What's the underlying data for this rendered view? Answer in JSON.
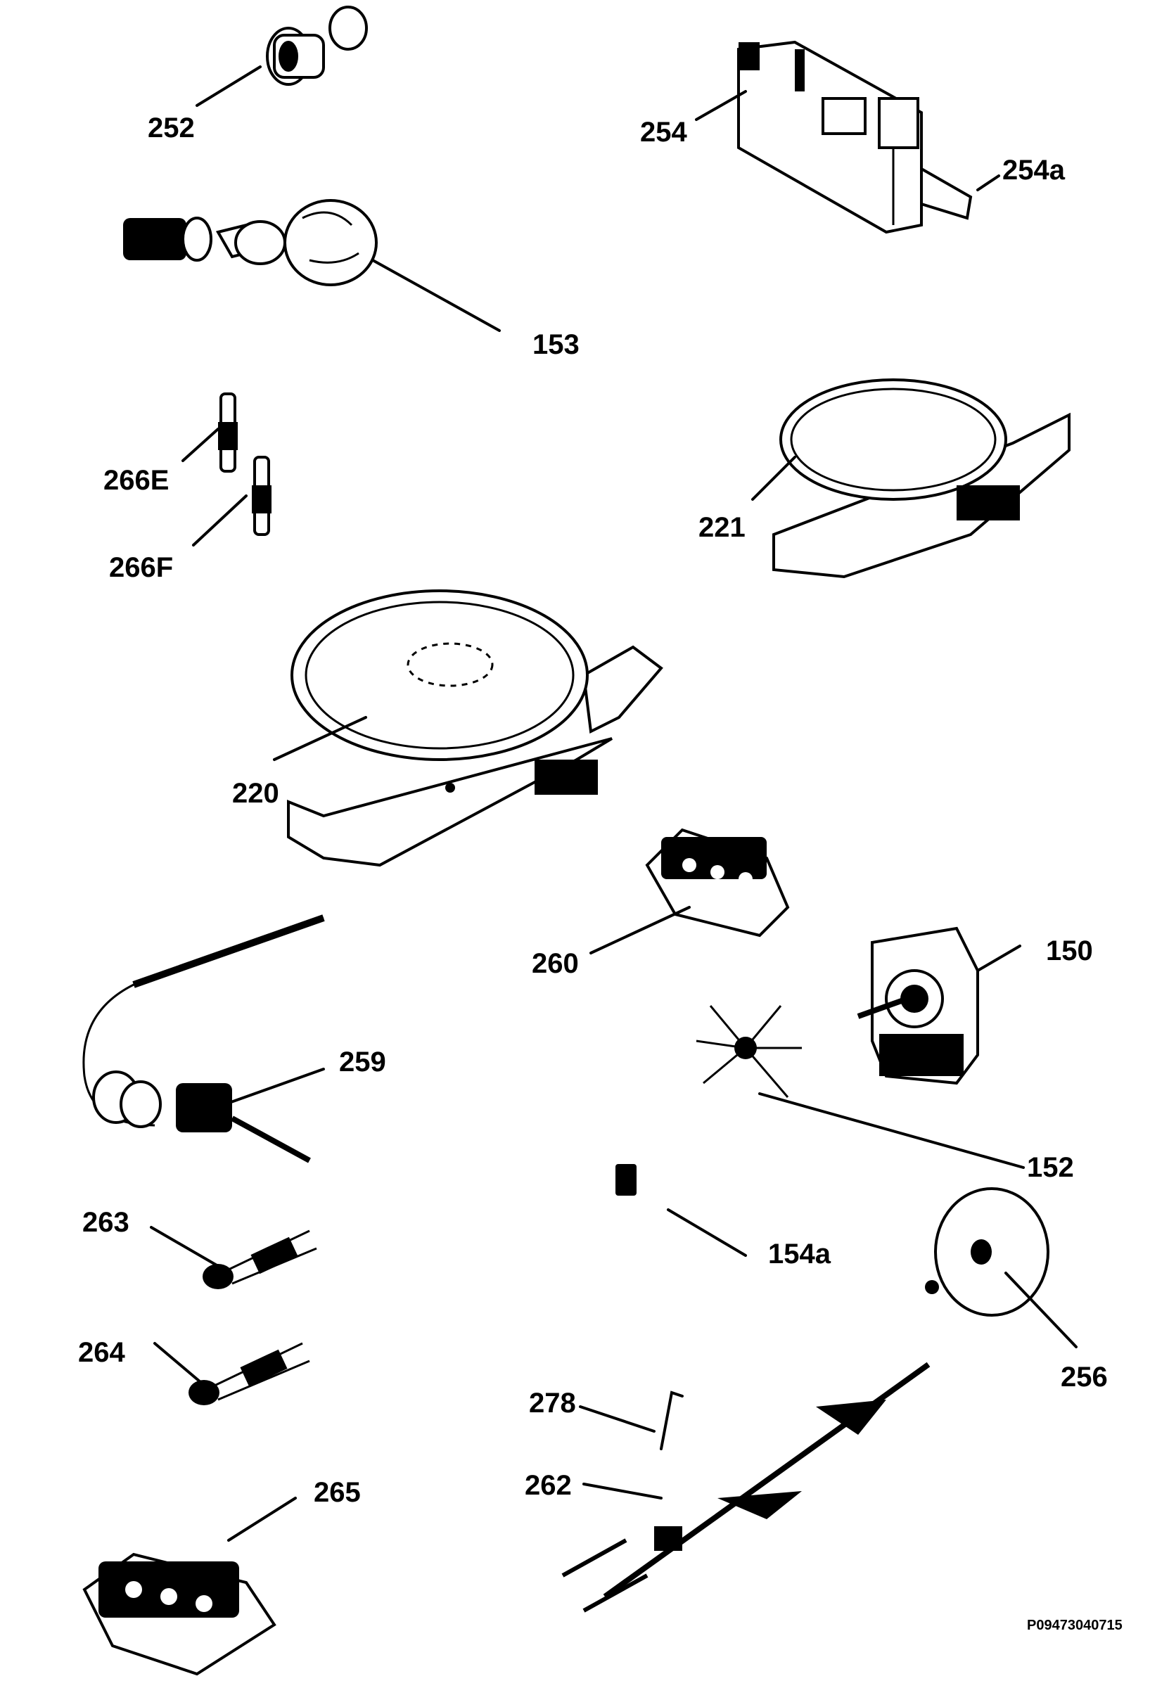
{
  "labels": {
    "l252": "252",
    "l254": "254",
    "l254a": "254a",
    "l153": "153",
    "l266E": "266E",
    "l266F": "266F",
    "l221": "221",
    "l220": "220",
    "l260": "260",
    "l150": "150",
    "l259": "259",
    "l152": "152",
    "l263": "263",
    "l154a": "154a",
    "l264": "264",
    "l256": "256",
    "l278": "278",
    "l262": "262",
    "l265": "265"
  },
  "drawing_code": "P09473040715"
}
